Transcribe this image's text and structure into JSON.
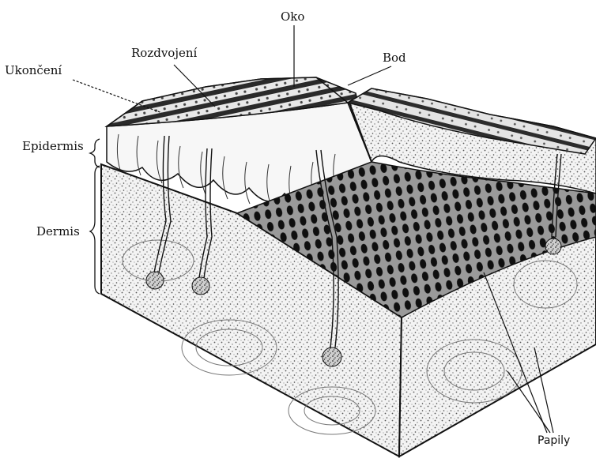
{
  "labels": {
    "oko": "Oko",
    "rozdvojeni": "Rozdvojení",
    "bod": "Bod",
    "ukonceni": "Ukončení",
    "epidermis": "Epidermis",
    "dermis": "Dermis",
    "papily": "Papily"
  },
  "colors": {
    "ink": "#111111",
    "skin_surface": "#d6d6d6",
    "dermis_fill": "#bdbdbd",
    "dark_papillae": "#1a1a1a",
    "paper": "#ffffff"
  }
}
